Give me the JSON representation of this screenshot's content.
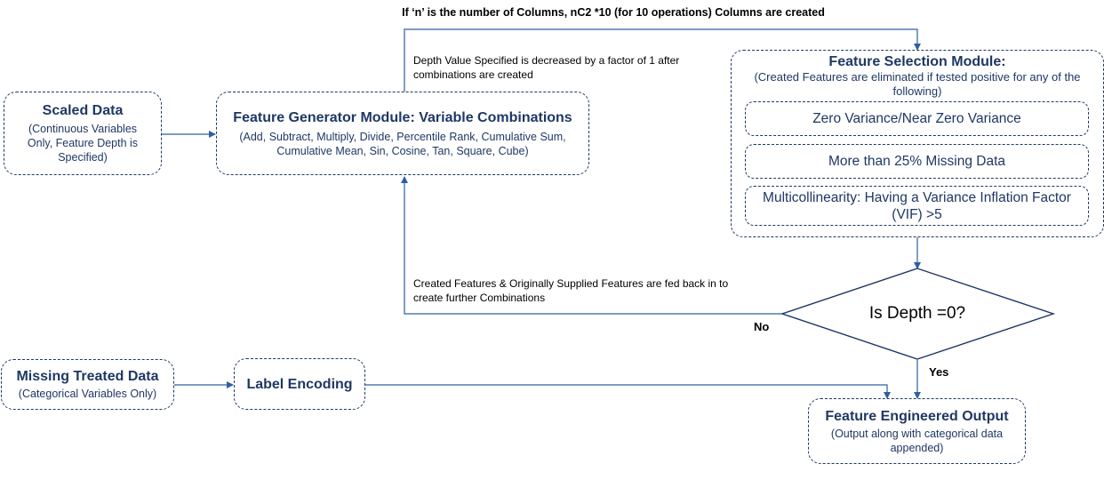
{
  "top_note": "If ‘n’ is the number of Columns, nC2 *10 (for 10 operations) Columns are created",
  "depth_note": "Depth Value Specified is decreased by a factor of 1 after combinations are created",
  "feedback_note": "Created Features & Originally Supplied Features are fed back in to create further Combinations",
  "scaled": {
    "title": "Scaled Data",
    "sub": "(Continuous Variables Only, Feature Depth is Specified)"
  },
  "generator": {
    "title": "Feature Generator Module: Variable Combinations",
    "sub": "(Add, Subtract, Multiply, Divide, Percentile Rank, Cumulative Sum, Cumulative Mean, Sin, Cosine, Tan, Square, Cube)"
  },
  "selection": {
    "title": "Feature Selection Module:",
    "sub": "(Created Features are eliminated if tested positive for any of the following)",
    "items": [
      "Zero Variance/Near Zero Variance",
      "More than 25% Missing Data",
      "Multicollinearity: Having a Variance Inflation Factor (VIF) >5"
    ]
  },
  "decision": {
    "text": "Is Depth =0?",
    "no": "No",
    "yes": "Yes"
  },
  "missing": {
    "title": "Missing Treated Data",
    "sub": "(Categorical Variables Only)"
  },
  "label_encoding": {
    "title": "Label Encoding"
  },
  "output": {
    "title": "Feature Engineered Output",
    "sub": "(Output along with categorical data appended)"
  },
  "colors": {
    "box_border": "#1f3864",
    "connector": "#2e5fa3",
    "text": "#1f3864"
  }
}
